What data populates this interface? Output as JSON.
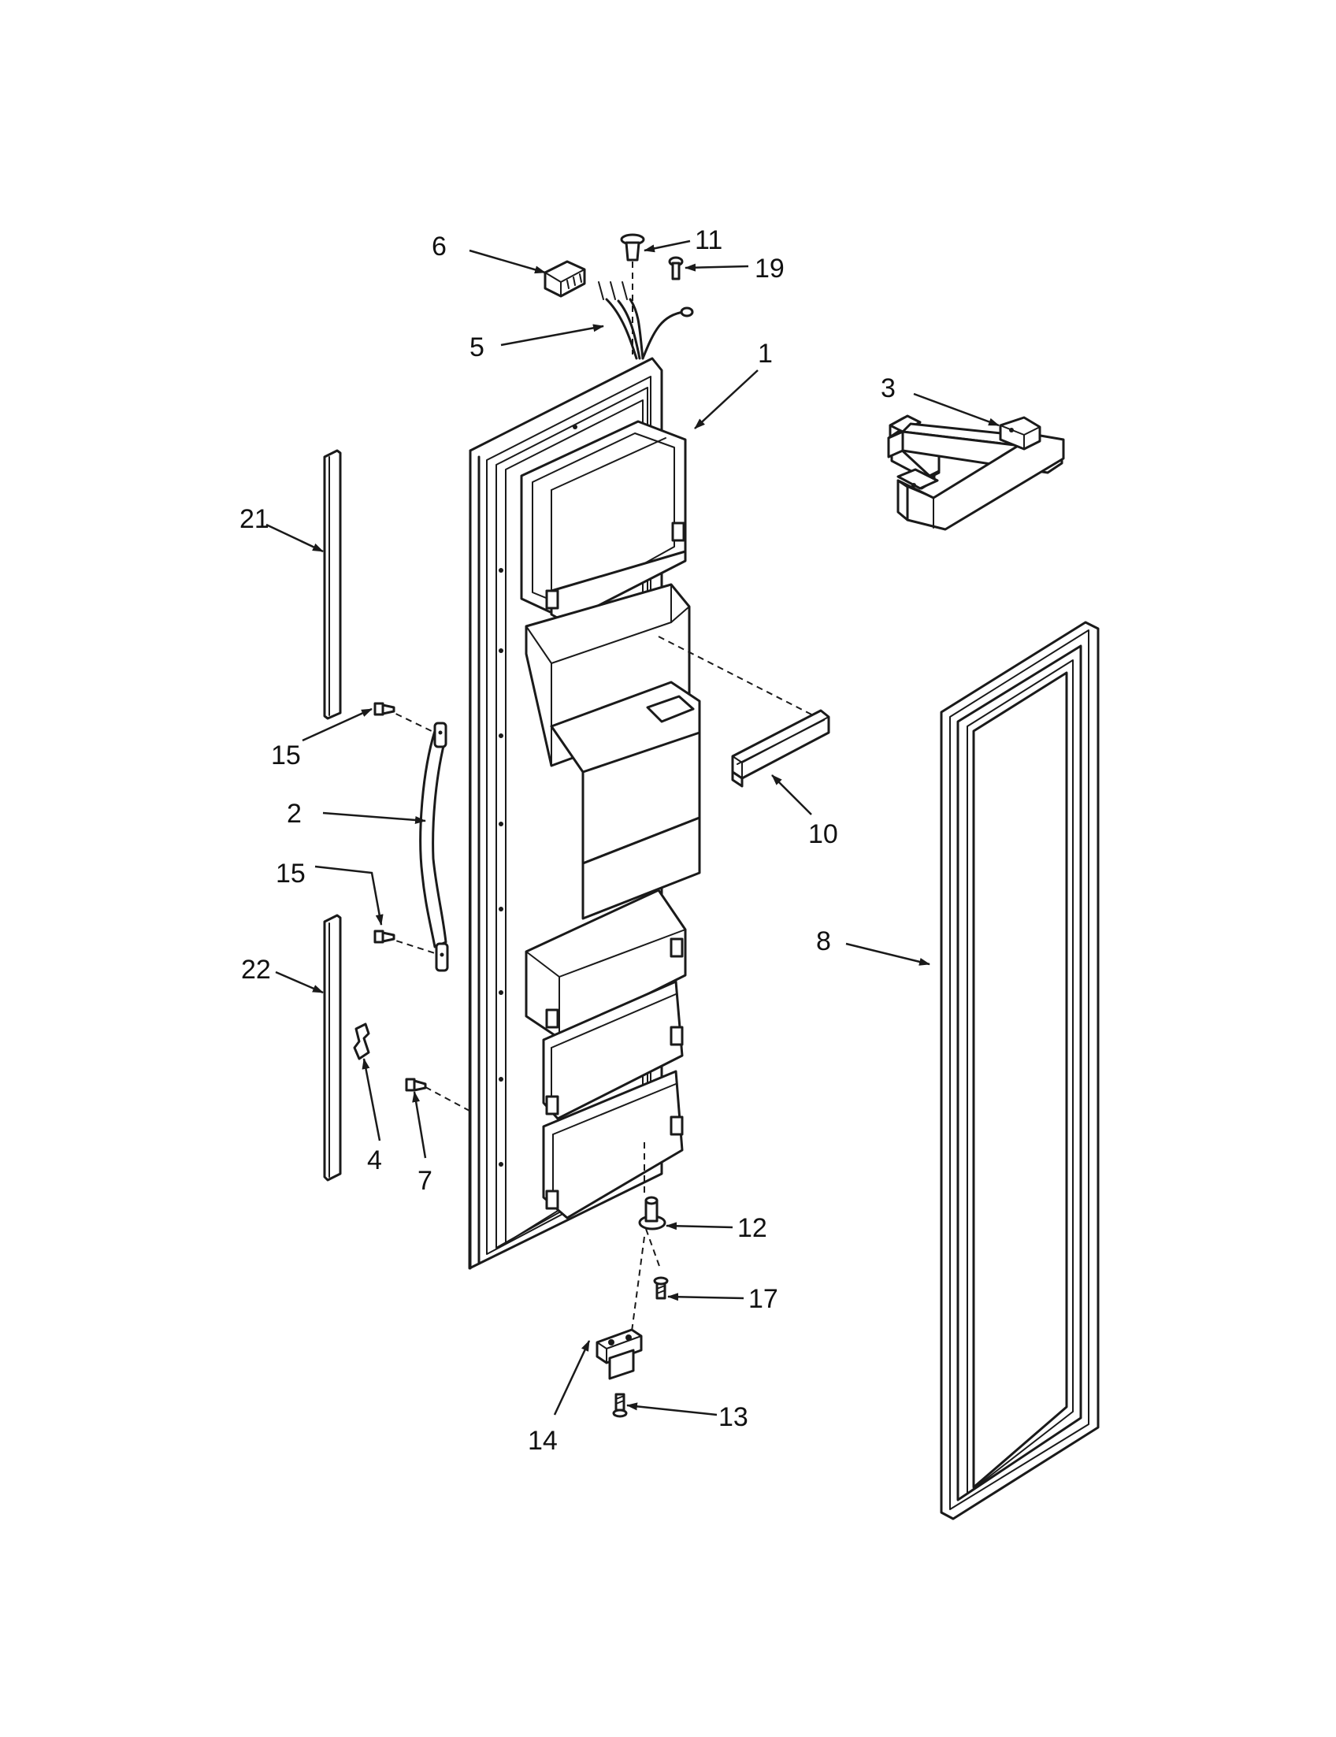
{
  "callouts": [
    {
      "id": "c1",
      "label": "1"
    },
    {
      "id": "c2",
      "label": "2"
    },
    {
      "id": "c3",
      "label": "3"
    },
    {
      "id": "c4",
      "label": "4"
    },
    {
      "id": "c5",
      "label": "5"
    },
    {
      "id": "c6",
      "label": "6"
    },
    {
      "id": "c7",
      "label": "7"
    },
    {
      "id": "c8",
      "label": "8"
    },
    {
      "id": "c10",
      "label": "10"
    },
    {
      "id": "c11",
      "label": "11"
    },
    {
      "id": "c12",
      "label": "12"
    },
    {
      "id": "c13",
      "label": "13"
    },
    {
      "id": "c14",
      "label": "14"
    },
    {
      "id": "c15a",
      "label": "15"
    },
    {
      "id": "c15b",
      "label": "15"
    },
    {
      "id": "c17",
      "label": "17"
    },
    {
      "id": "c19",
      "label": "19"
    },
    {
      "id": "c21",
      "label": "21"
    },
    {
      "id": "c22",
      "label": "22"
    }
  ]
}
